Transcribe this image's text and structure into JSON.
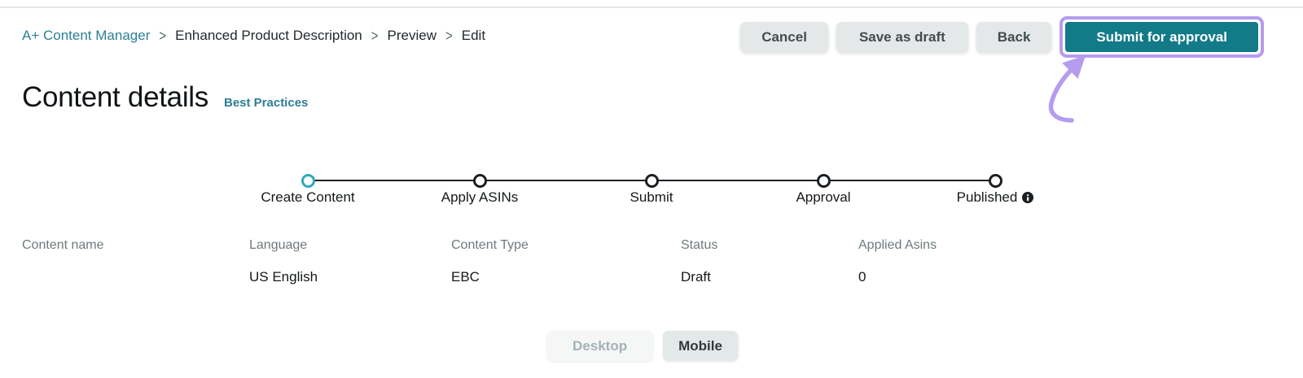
{
  "header": {
    "breadcrumb": {
      "separator": ">",
      "items": [
        {
          "label": "A+ Content Manager"
        },
        {
          "label": "Enhanced Product Description"
        },
        {
          "label": "Preview"
        },
        {
          "label": "Edit"
        }
      ]
    },
    "actions": {
      "cancel": "Cancel",
      "save_as_draft": "Save as draft",
      "back": "Back",
      "submit_for_approval": "Submit for approval"
    }
  },
  "page": {
    "title": "Content details",
    "best_practices_link": "Best Practices"
  },
  "stepper": {
    "steps": [
      {
        "label": "Create Content",
        "state": "active"
      },
      {
        "label": "Apply ASINs",
        "state": "upcoming"
      },
      {
        "label": "Submit",
        "state": "upcoming"
      },
      {
        "label": "Approval",
        "state": "upcoming"
      },
      {
        "label": "Published",
        "state": "upcoming",
        "icon": "info-icon"
      }
    ]
  },
  "details": {
    "fields": [
      {
        "label": "Content name",
        "value": ""
      },
      {
        "label": "Language",
        "value": "US English"
      },
      {
        "label": "Content Type",
        "value": "EBC"
      },
      {
        "label": "Status",
        "value": "Draft"
      },
      {
        "label": "Applied Asins",
        "value": "0"
      }
    ]
  },
  "preview_toggle": {
    "desktop": "Desktop",
    "mobile": "Mobile",
    "selected": "Mobile"
  },
  "annotation": {
    "type": "arrow-and-highlight",
    "target": "Submit for approval",
    "color": "#B69CEF"
  },
  "colors": {
    "link_teal": "#2D7E96",
    "primary_button_teal": "#127A88",
    "active_step_teal": "#2FA9BD",
    "highlight_purple": "#B69CEF",
    "secondary_button_gray": "#E4E8E8",
    "field_label_gray": "#6E7B7C",
    "text_dark": "#14181B"
  }
}
